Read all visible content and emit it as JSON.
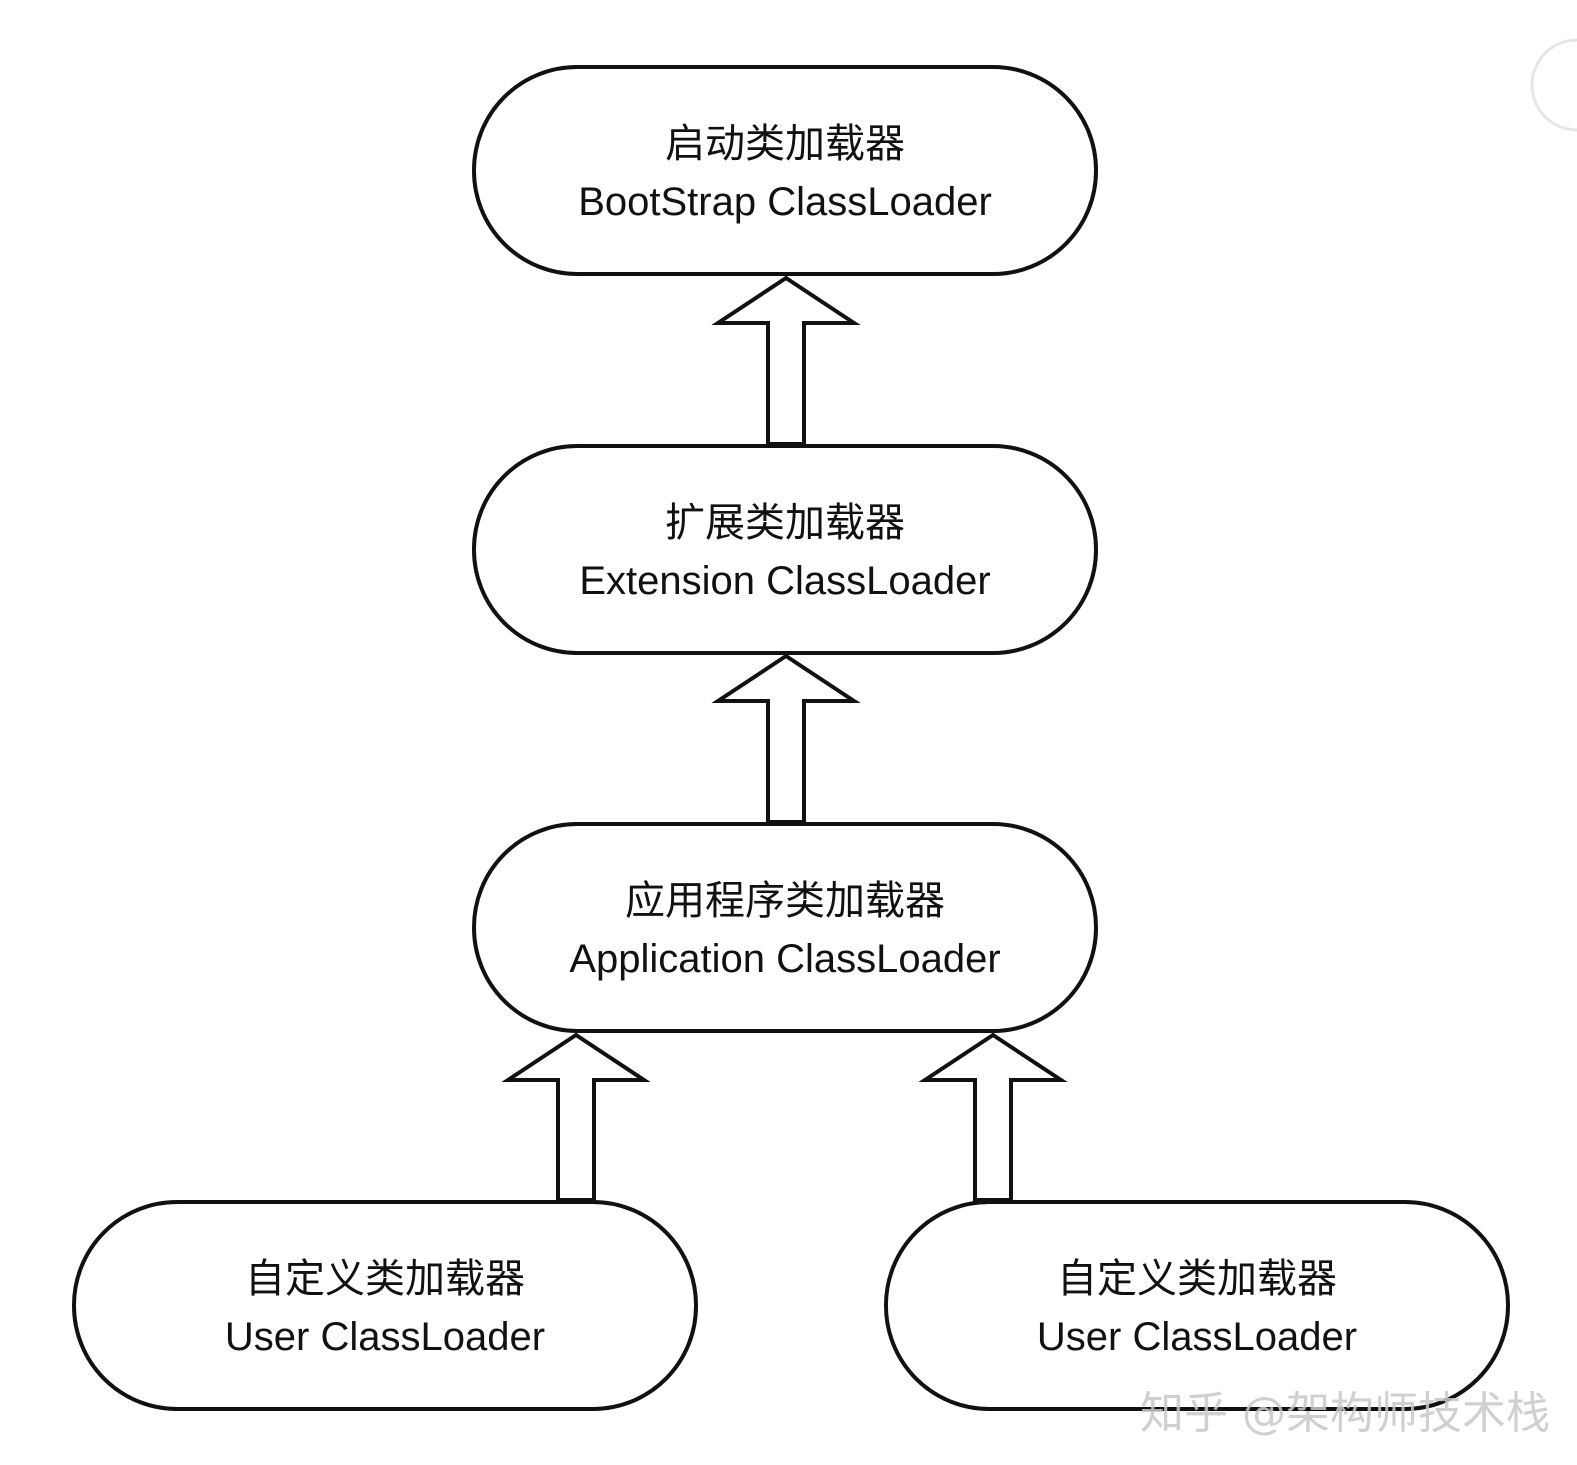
{
  "nodes": {
    "bootstrap": {
      "cn": "启动类加载器",
      "en": "BootStrap ClassLoader"
    },
    "extension": {
      "cn": "扩展类加载器",
      "en": "Extension ClassLoader"
    },
    "application": {
      "cn": "应用程序类加载器",
      "en": "Application ClassLoader"
    },
    "user_left": {
      "cn": "自定义类加载器",
      "en": "User ClassLoader"
    },
    "user_right": {
      "cn": "自定义类加载器",
      "en": "User ClassLoader"
    }
  },
  "edges": [
    {
      "from": "extension",
      "to": "bootstrap"
    },
    {
      "from": "application",
      "to": "extension"
    },
    {
      "from": "user_left",
      "to": "application"
    },
    {
      "from": "user_right",
      "to": "application"
    }
  ],
  "watermark": "知乎 @架构师技术栈",
  "colors": {
    "stroke": "#111111",
    "fill": "#ffffff",
    "watermark": "#c8c8c8"
  }
}
